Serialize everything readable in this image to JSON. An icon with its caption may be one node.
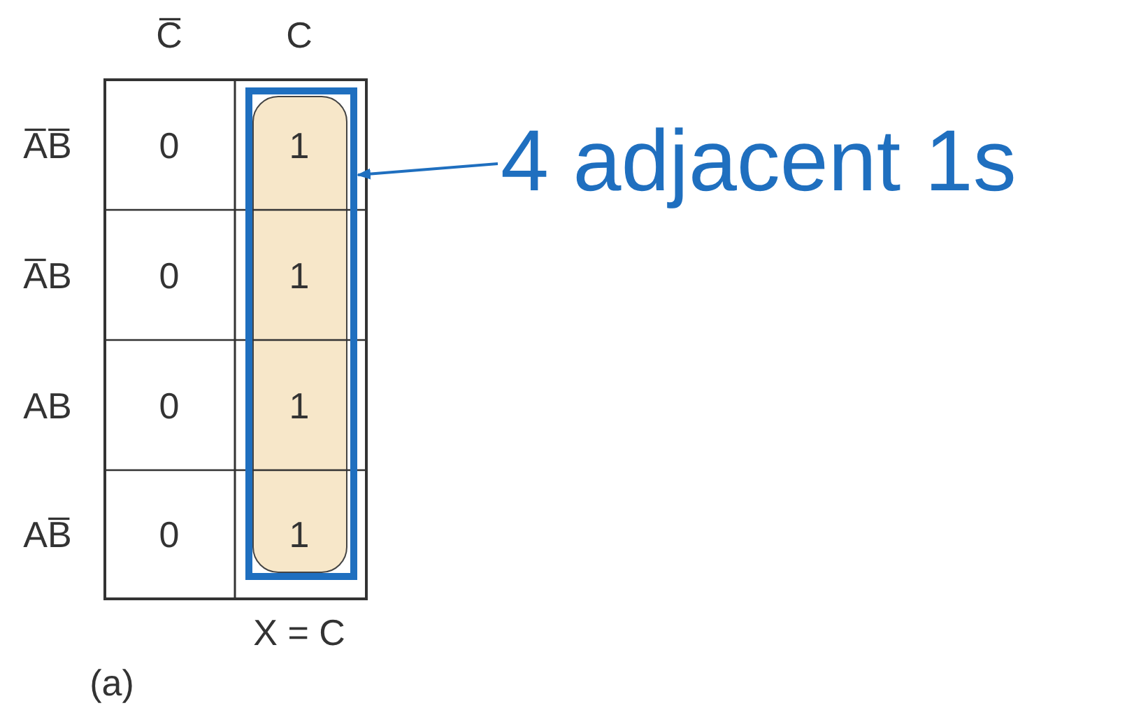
{
  "diagram": {
    "nodes": [
      {
        "text": [
          "4 adjacent 1s"
        ]
      },
      {
        "text": [],
        "shape": "box"
      }
    ],
    "edges": [
      {
        "from": 0,
        "to": 1,
        "arrow": "to"
      }
    ],
    "labels": [
      "C̅",
      "C",
      "A̅B̅",
      "0",
      "1",
      "A̅B",
      "0",
      "1",
      "AB",
      "0",
      "1",
      "AB̅",
      "0",
      "1",
      "X = C",
      "(a)"
    ]
  }
}
